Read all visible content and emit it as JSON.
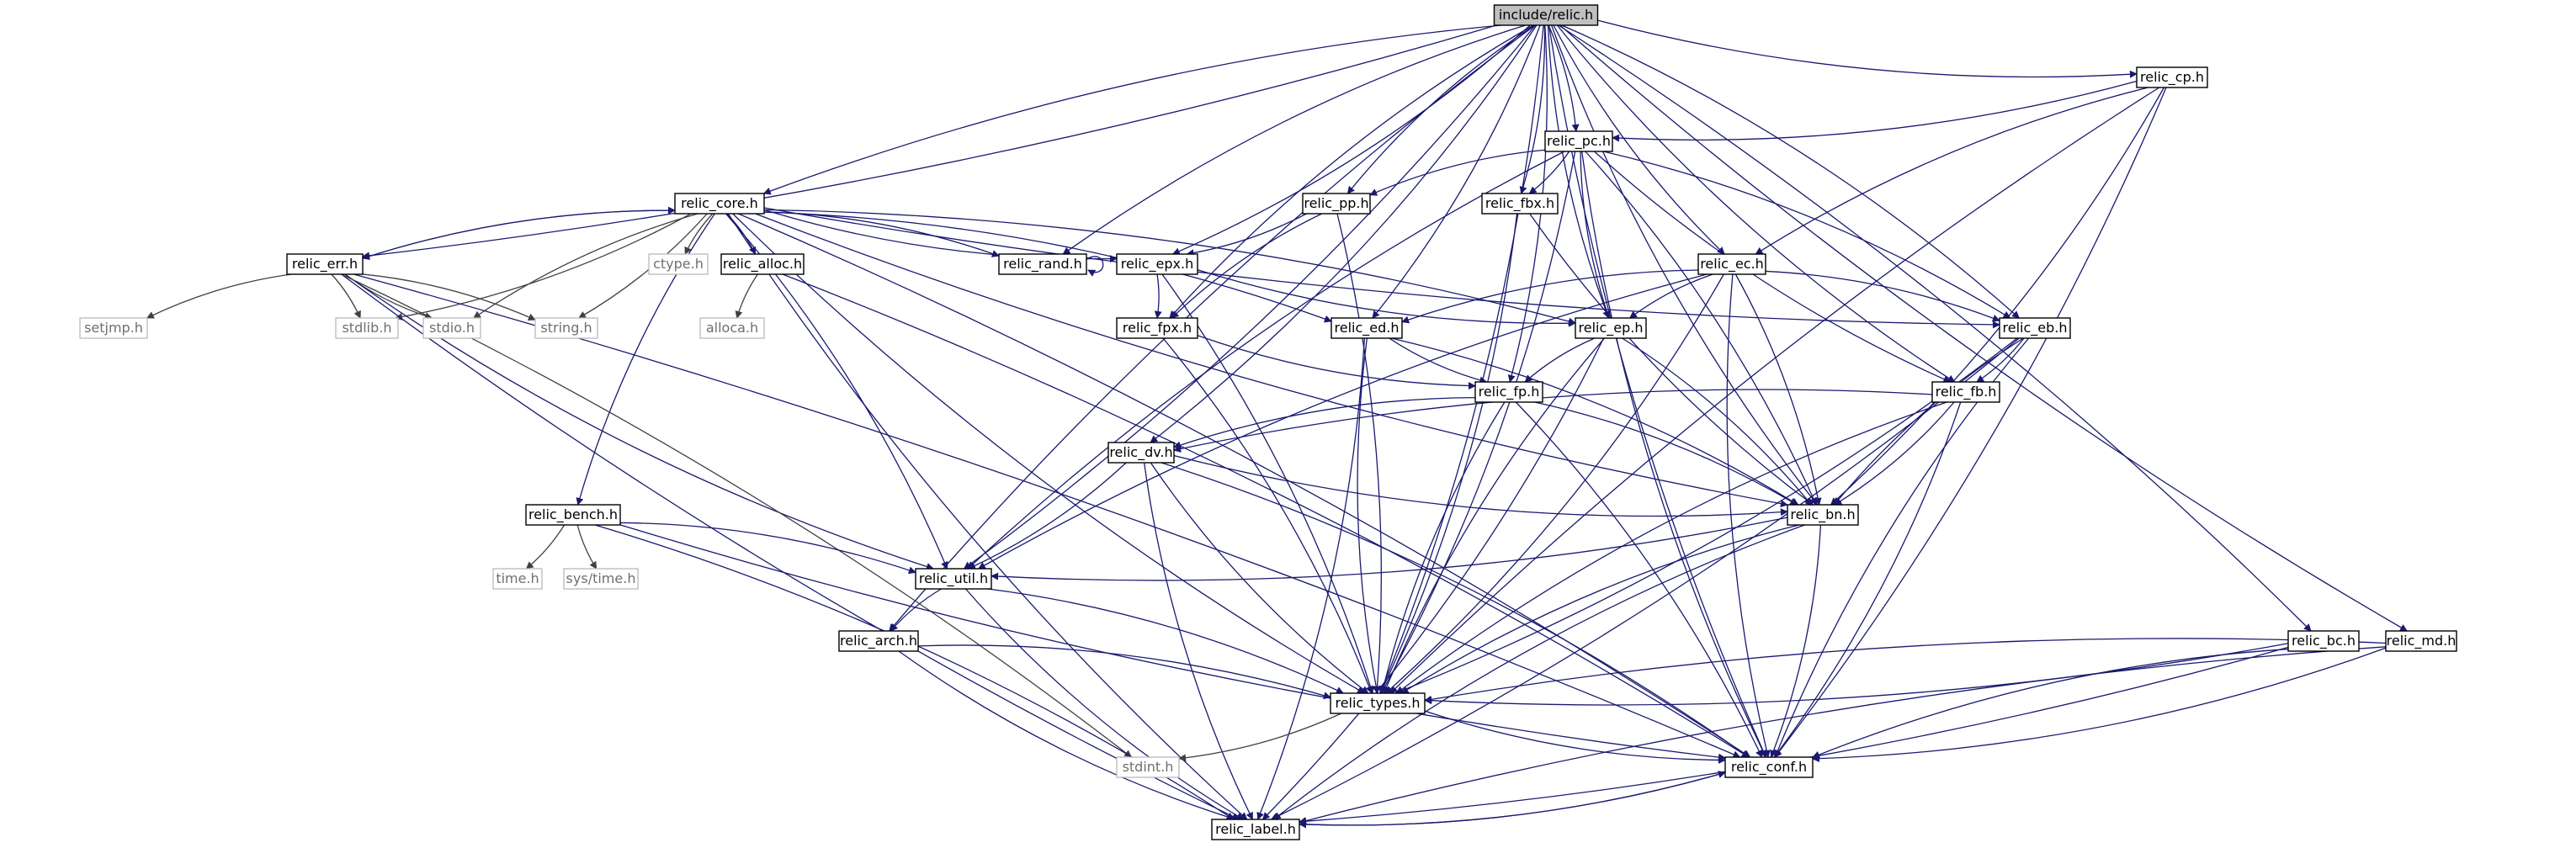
{
  "colors": {
    "edge": "#191970",
    "root_fill": "#bfbfbf",
    "system_border": "#bfbfbf",
    "system_text": "#6f6f6f"
  },
  "nodes": [
    {
      "id": "relic",
      "label": "include/relic.h",
      "kind": "root"
    },
    {
      "id": "cp",
      "label": "relic_cp.h",
      "kind": "project"
    },
    {
      "id": "pc",
      "label": "relic_pc.h",
      "kind": "project"
    },
    {
      "id": "pp",
      "label": "relic_pp.h",
      "kind": "project"
    },
    {
      "id": "fbx",
      "label": "relic_fbx.h",
      "kind": "project"
    },
    {
      "id": "core",
      "label": "relic_core.h",
      "kind": "project"
    },
    {
      "id": "err",
      "label": "relic_err.h",
      "kind": "project"
    },
    {
      "id": "rand",
      "label": "relic_rand.h",
      "kind": "project"
    },
    {
      "id": "epx",
      "label": "relic_epx.h",
      "kind": "project"
    },
    {
      "id": "alloc",
      "label": "relic_alloc.h",
      "kind": "project"
    },
    {
      "id": "ec",
      "label": "relic_ec.h",
      "kind": "project"
    },
    {
      "id": "eb",
      "label": "relic_eb.h",
      "kind": "project"
    },
    {
      "id": "fpx",
      "label": "relic_fpx.h",
      "kind": "project"
    },
    {
      "id": "ed",
      "label": "relic_ed.h",
      "kind": "project"
    },
    {
      "id": "ep",
      "label": "relic_ep.h",
      "kind": "project"
    },
    {
      "id": "fp",
      "label": "relic_fp.h",
      "kind": "project"
    },
    {
      "id": "fb",
      "label": "relic_fb.h",
      "kind": "project"
    },
    {
      "id": "dv",
      "label": "relic_dv.h",
      "kind": "project"
    },
    {
      "id": "bn",
      "label": "relic_bn.h",
      "kind": "project"
    },
    {
      "id": "bench",
      "label": "relic_bench.h",
      "kind": "project"
    },
    {
      "id": "util",
      "label": "relic_util.h",
      "kind": "project"
    },
    {
      "id": "arch",
      "label": "relic_arch.h",
      "kind": "project"
    },
    {
      "id": "bc",
      "label": "relic_bc.h",
      "kind": "project"
    },
    {
      "id": "md",
      "label": "relic_md.h",
      "kind": "project"
    },
    {
      "id": "types",
      "label": "relic_types.h",
      "kind": "project"
    },
    {
      "id": "conf",
      "label": "relic_conf.h",
      "kind": "project"
    },
    {
      "id": "label",
      "label": "relic_label.h",
      "kind": "project"
    },
    {
      "id": "setjmp",
      "label": "setjmp.h",
      "kind": "system"
    },
    {
      "id": "stdlib",
      "label": "stdlib.h",
      "kind": "system"
    },
    {
      "id": "stdio",
      "label": "stdio.h",
      "kind": "system"
    },
    {
      "id": "string",
      "label": "string.h",
      "kind": "system"
    },
    {
      "id": "ctype",
      "label": "ctype.h",
      "kind": "system"
    },
    {
      "id": "alloca",
      "label": "alloca.h",
      "kind": "system"
    },
    {
      "id": "time",
      "label": "time.h",
      "kind": "system"
    },
    {
      "id": "systime",
      "label": "sys/time.h",
      "kind": "system"
    },
    {
      "id": "stdint",
      "label": "stdint.h",
      "kind": "system"
    }
  ],
  "edges": [
    [
      "relic",
      "cp"
    ],
    [
      "relic",
      "pc"
    ],
    [
      "relic",
      "pp"
    ],
    [
      "relic",
      "fbx"
    ],
    [
      "relic",
      "core"
    ],
    [
      "relic",
      "err"
    ],
    [
      "relic",
      "rand"
    ],
    [
      "relic",
      "epx"
    ],
    [
      "relic",
      "ec"
    ],
    [
      "relic",
      "eb"
    ],
    [
      "relic",
      "fpx"
    ],
    [
      "relic",
      "ed"
    ],
    [
      "relic",
      "ep"
    ],
    [
      "relic",
      "fp"
    ],
    [
      "relic",
      "fb"
    ],
    [
      "relic",
      "dv"
    ],
    [
      "relic",
      "bn"
    ],
    [
      "relic",
      "util"
    ],
    [
      "relic",
      "arch"
    ],
    [
      "relic",
      "bc"
    ],
    [
      "relic",
      "md"
    ],
    [
      "relic",
      "types"
    ],
    [
      "relic",
      "conf"
    ],
    [
      "cp",
      "pc"
    ],
    [
      "cp",
      "ec"
    ],
    [
      "cp",
      "bn"
    ],
    [
      "cp",
      "types"
    ],
    [
      "cp",
      "conf"
    ],
    [
      "pc",
      "pp"
    ],
    [
      "pc",
      "fbx"
    ],
    [
      "pc",
      "ep"
    ],
    [
      "pc",
      "eb"
    ],
    [
      "pc",
      "fb"
    ],
    [
      "pc",
      "bn"
    ],
    [
      "pc",
      "util"
    ],
    [
      "pc",
      "types"
    ],
    [
      "pc",
      "conf"
    ],
    [
      "pp",
      "epx"
    ],
    [
      "pp",
      "fpx"
    ],
    [
      "pp",
      "types"
    ],
    [
      "fbx",
      "bn"
    ],
    [
      "fbx",
      "types"
    ],
    [
      "core",
      "err"
    ],
    [
      "core",
      "rand"
    ],
    [
      "core",
      "epx"
    ],
    [
      "core",
      "alloc"
    ],
    [
      "core",
      "ctype"
    ],
    [
      "core",
      "string"
    ],
    [
      "core",
      "stdio"
    ],
    [
      "core",
      "stdlib"
    ],
    [
      "core",
      "bench"
    ],
    [
      "core",
      "ep"
    ],
    [
      "core",
      "eb"
    ],
    [
      "core",
      "ed"
    ],
    [
      "core",
      "bn"
    ],
    [
      "core",
      "util"
    ],
    [
      "core",
      "types"
    ],
    [
      "core",
      "conf"
    ],
    [
      "core",
      "label"
    ],
    [
      "err",
      "core"
    ],
    [
      "err",
      "setjmp"
    ],
    [
      "err",
      "stdlib"
    ],
    [
      "err",
      "stdio"
    ],
    [
      "err",
      "string"
    ],
    [
      "err",
      "util"
    ],
    [
      "err",
      "conf"
    ],
    [
      "err",
      "label"
    ],
    [
      "err",
      "stdint"
    ],
    [
      "rand",
      "rand"
    ],
    [
      "epx",
      "fpx"
    ],
    [
      "epx",
      "ep"
    ],
    [
      "epx",
      "types"
    ],
    [
      "alloc",
      "alloca"
    ],
    [
      "alloc",
      "conf"
    ],
    [
      "ec",
      "ep"
    ],
    [
      "ec",
      "eb"
    ],
    [
      "ec",
      "ed"
    ],
    [
      "ec",
      "bn"
    ],
    [
      "ec",
      "util"
    ],
    [
      "ec",
      "types"
    ],
    [
      "ec",
      "conf"
    ],
    [
      "eb",
      "fb"
    ],
    [
      "eb",
      "bn"
    ],
    [
      "eb",
      "types"
    ],
    [
      "eb",
      "conf"
    ],
    [
      "eb",
      "label"
    ],
    [
      "fpx",
      "fp"
    ],
    [
      "fpx",
      "types"
    ],
    [
      "ed",
      "fp"
    ],
    [
      "ed",
      "bn"
    ],
    [
      "ed",
      "types"
    ],
    [
      "ed",
      "label"
    ],
    [
      "ep",
      "fp"
    ],
    [
      "ep",
      "bn"
    ],
    [
      "ep",
      "types"
    ],
    [
      "ep",
      "label"
    ],
    [
      "fp",
      "dv"
    ],
    [
      "fp",
      "bn"
    ],
    [
      "fp",
      "types"
    ],
    [
      "fp",
      "conf"
    ],
    [
      "fb",
      "dv"
    ],
    [
      "fb",
      "bn"
    ],
    [
      "fb",
      "types"
    ],
    [
      "fb",
      "conf"
    ],
    [
      "dv",
      "bn"
    ],
    [
      "dv",
      "util"
    ],
    [
      "dv",
      "types"
    ],
    [
      "dv",
      "conf"
    ],
    [
      "dv",
      "label"
    ],
    [
      "bn",
      "util"
    ],
    [
      "bn",
      "types"
    ],
    [
      "bn",
      "conf"
    ],
    [
      "bn",
      "label"
    ],
    [
      "bench",
      "time"
    ],
    [
      "bench",
      "systime"
    ],
    [
      "bench",
      "util"
    ],
    [
      "bench",
      "conf"
    ],
    [
      "bench",
      "label"
    ],
    [
      "util",
      "arch"
    ],
    [
      "util",
      "types"
    ],
    [
      "util",
      "label"
    ],
    [
      "arch",
      "types"
    ],
    [
      "arch",
      "label"
    ],
    [
      "bc",
      "types"
    ],
    [
      "bc",
      "conf"
    ],
    [
      "bc",
      "label"
    ],
    [
      "md",
      "types"
    ],
    [
      "md",
      "conf"
    ],
    [
      "md",
      "label"
    ],
    [
      "types",
      "stdint"
    ],
    [
      "types",
      "conf"
    ],
    [
      "conf",
      "label"
    ],
    [
      "label",
      "conf"
    ]
  ]
}
